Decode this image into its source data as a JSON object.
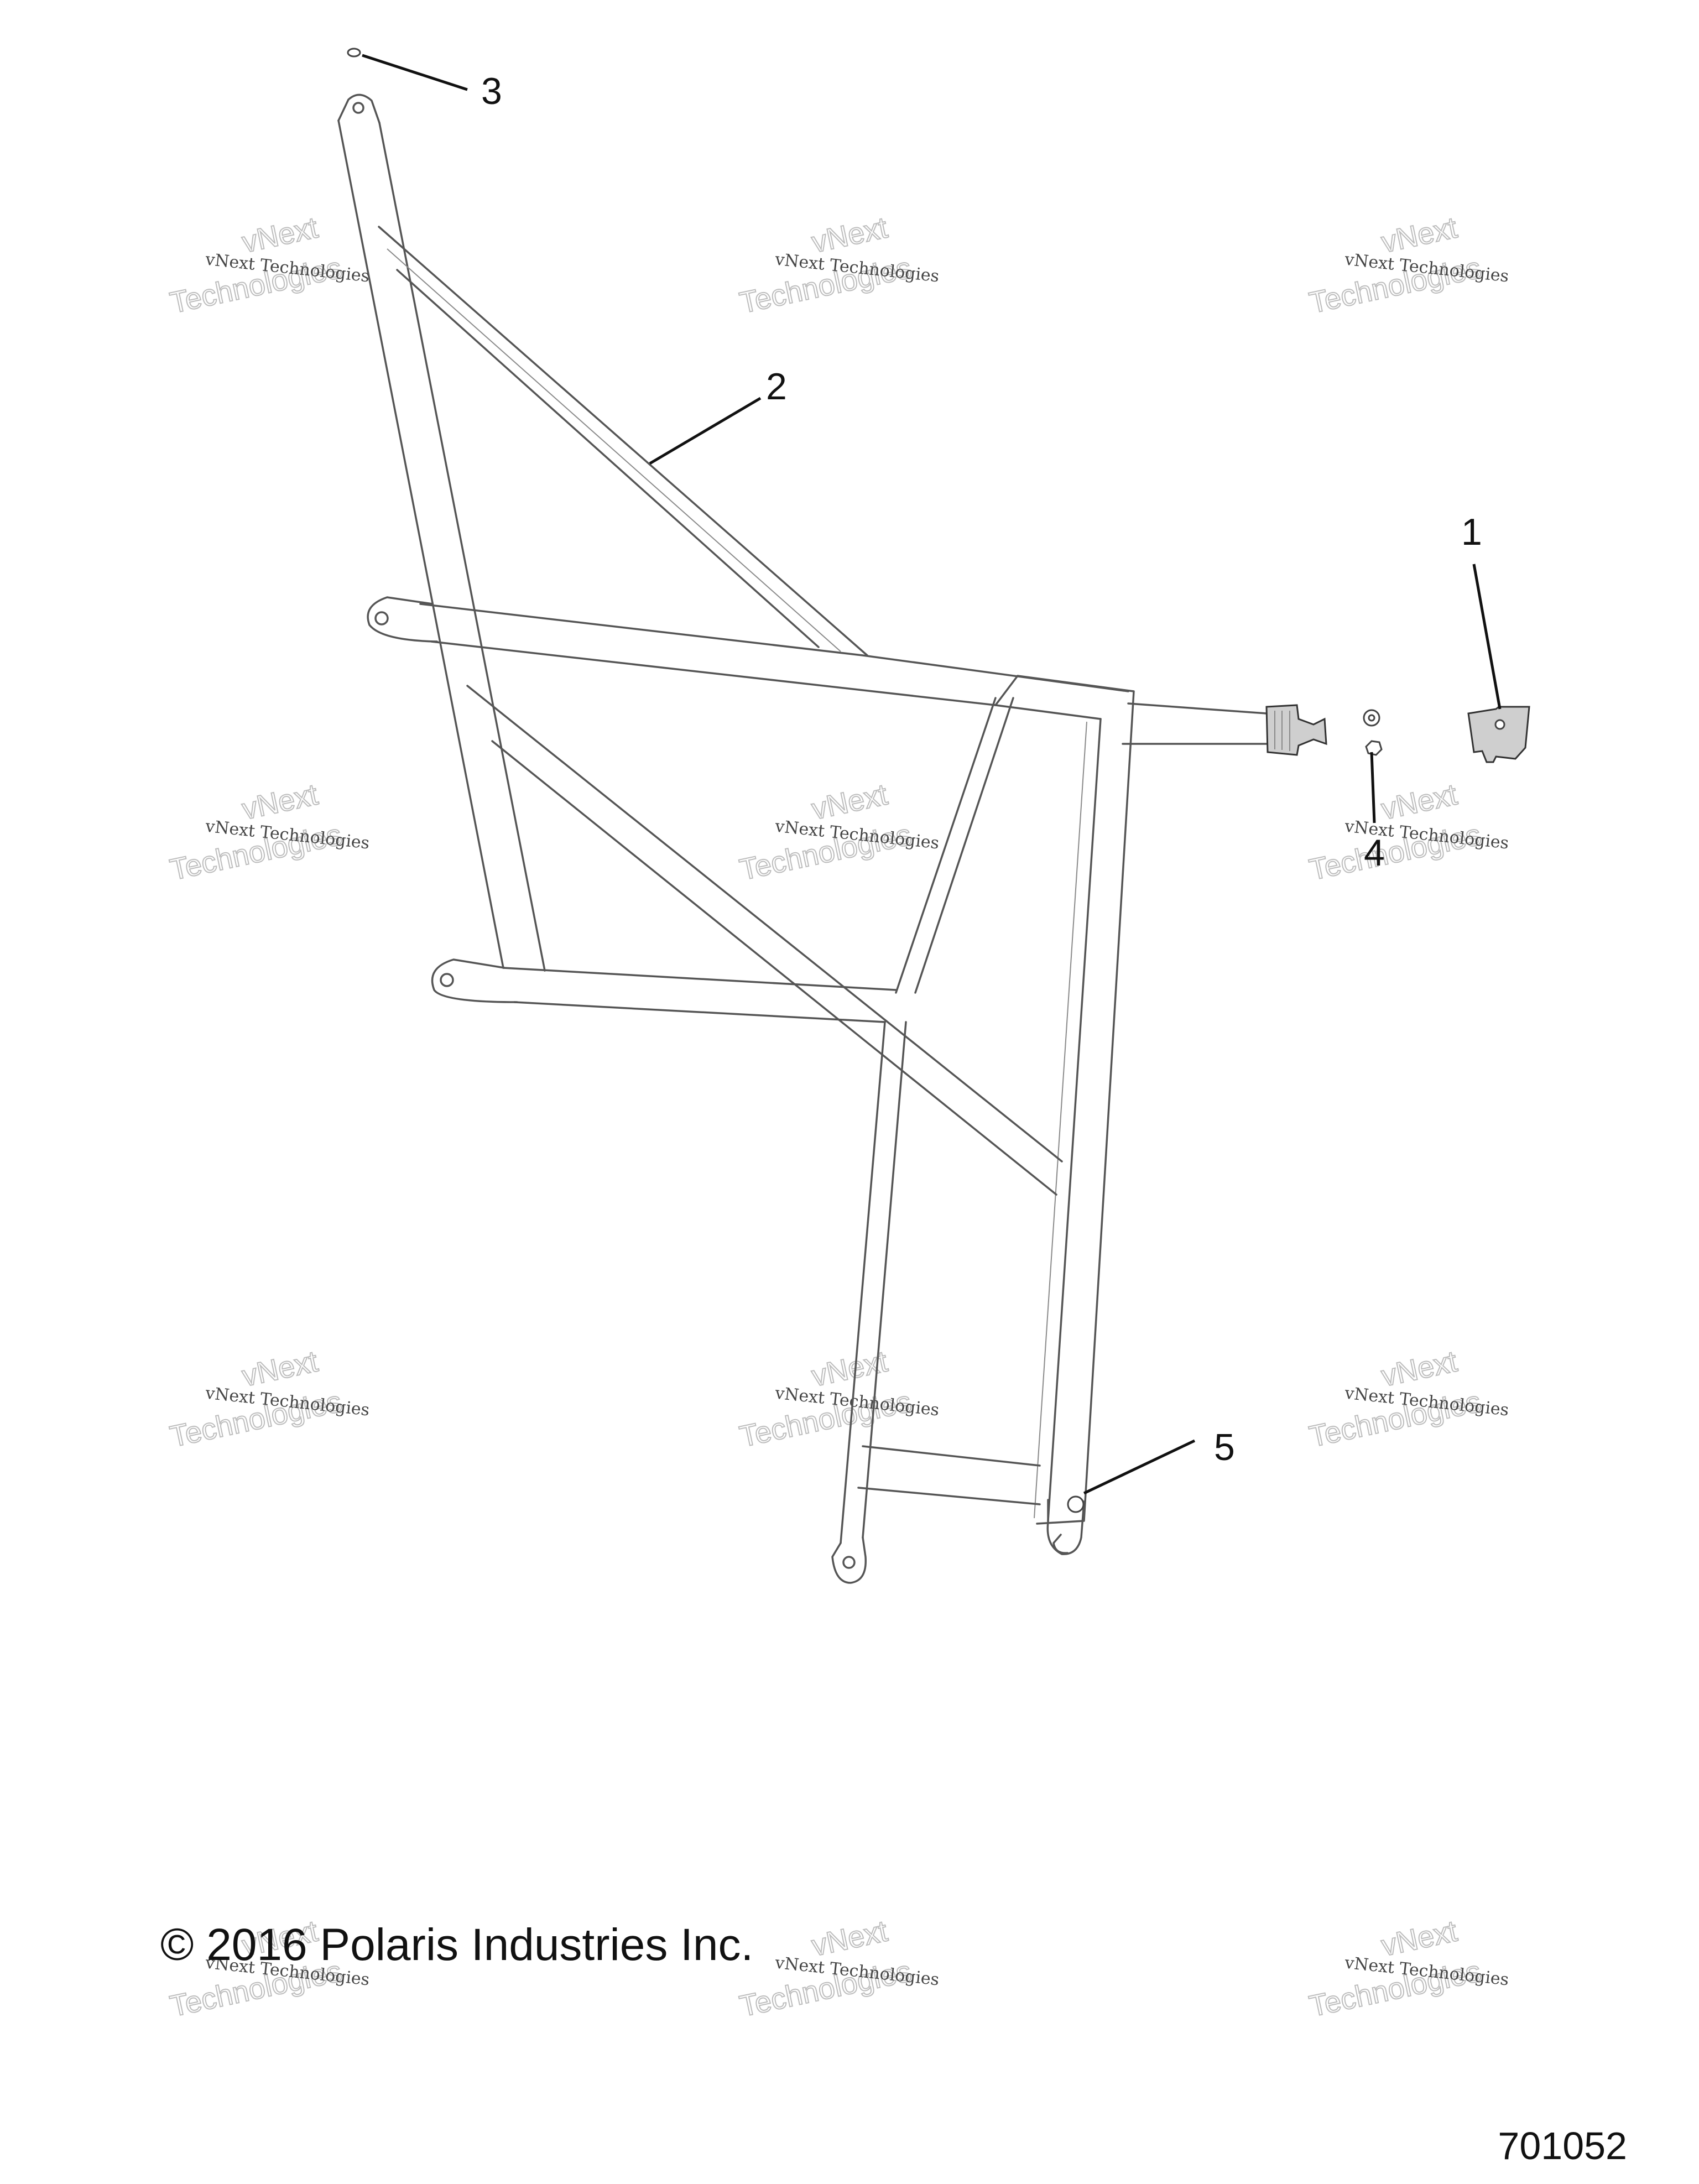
{
  "callouts": [
    {
      "id": "1",
      "label": "1"
    },
    {
      "id": "2",
      "label": "2"
    },
    {
      "id": "3",
      "label": "3"
    },
    {
      "id": "4",
      "label": "4"
    },
    {
      "id": "5",
      "label": "5"
    }
  ],
  "watermark": {
    "line1": "vNext Technologies",
    "line2": "vNext",
    "line3": "Technologies"
  },
  "footer": {
    "copyright": "© 2016 Polaris Industries Inc.",
    "diagram_number": "701052"
  },
  "colors": {
    "background": "#ffffff",
    "line_art": "#555555",
    "text": "#111111"
  }
}
